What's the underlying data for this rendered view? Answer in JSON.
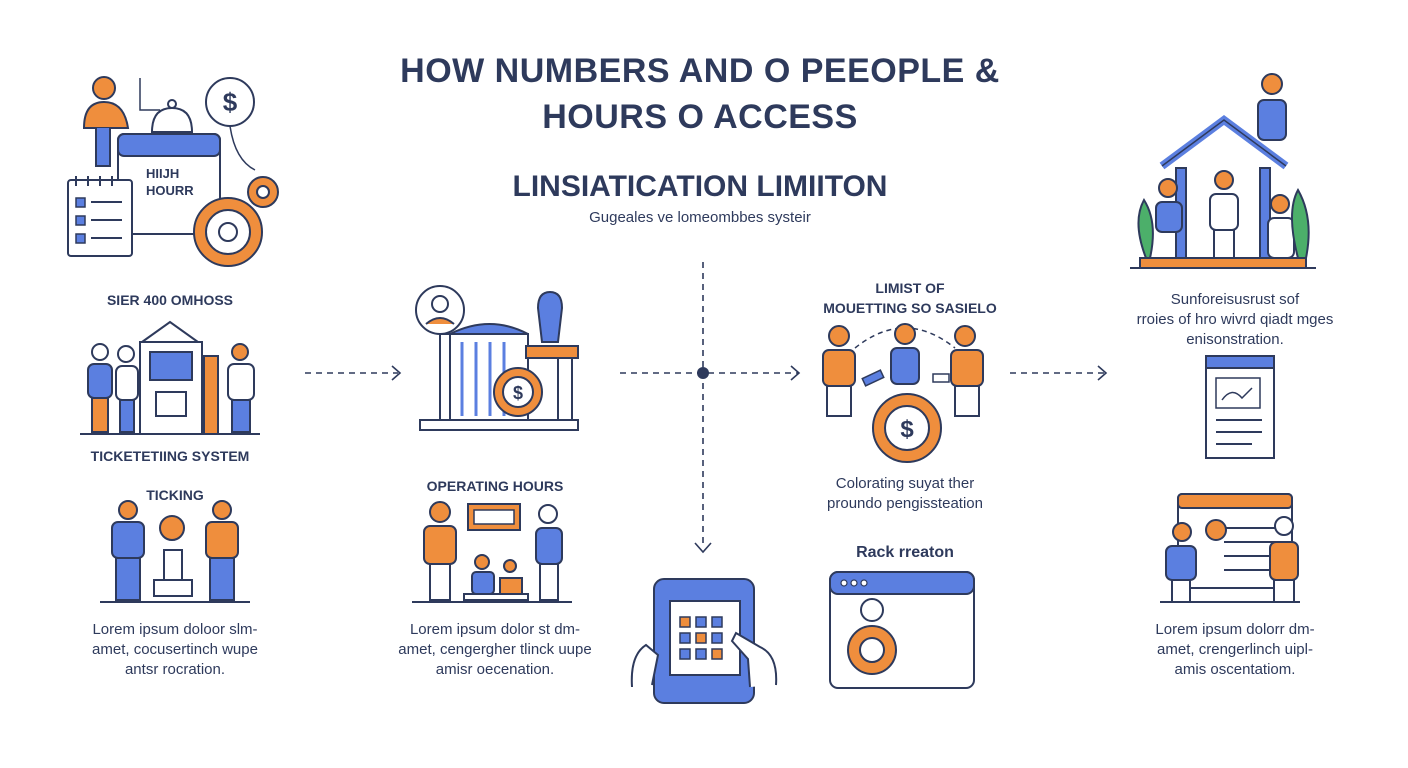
{
  "header": {
    "title_line1": "HOW  NUMBERS AND O PEEOPLE  &",
    "title_line2": "HOURS O ACCESS",
    "subtitle": "LINSIATICATION  LIMIITON",
    "tagline": "Gugeales ve lomeombbes systeir"
  },
  "left_column": {
    "card_line1": "HIIJH",
    "card_line2": "HOURR",
    "label_top": "SIER 400 OMHOSS",
    "label_middle": "TICKETETIING SYSTEM",
    "label_bottom": "TICKING",
    "body": [
      "Lorem ipsum doloor slm-",
      "amet, cocusertinch wupe",
      "antsr rocration."
    ]
  },
  "center_left": {
    "label": "OPERATING HOURS",
    "body": [
      "Lorem ipsum dolor st dm-",
      "amet, cengergher tlinck uupe",
      "amisr oecenation."
    ]
  },
  "center_right": {
    "label_line1": "LIMIST OF",
    "label_line2": "MOUETTING SO SASIELO",
    "caption_line1": "Colorating suyat ther",
    "caption_line2": "proundo pengissteation",
    "rack_label": "Rack rreaton"
  },
  "right_column": {
    "text": [
      "Sunforeisusrust sof",
      "rroies of hro wivrd qiadt mges",
      "enisonstration."
    ],
    "body": [
      "Lorem ipsum dolorr dm-",
      "amet, crengerlinch uipl-",
      "amis oscentatiom."
    ]
  },
  "colors": {
    "navy": "#2e3a5c",
    "blue": "#5b7fe0",
    "orange": "#ef8e3d",
    "green": "#4caf6a"
  }
}
